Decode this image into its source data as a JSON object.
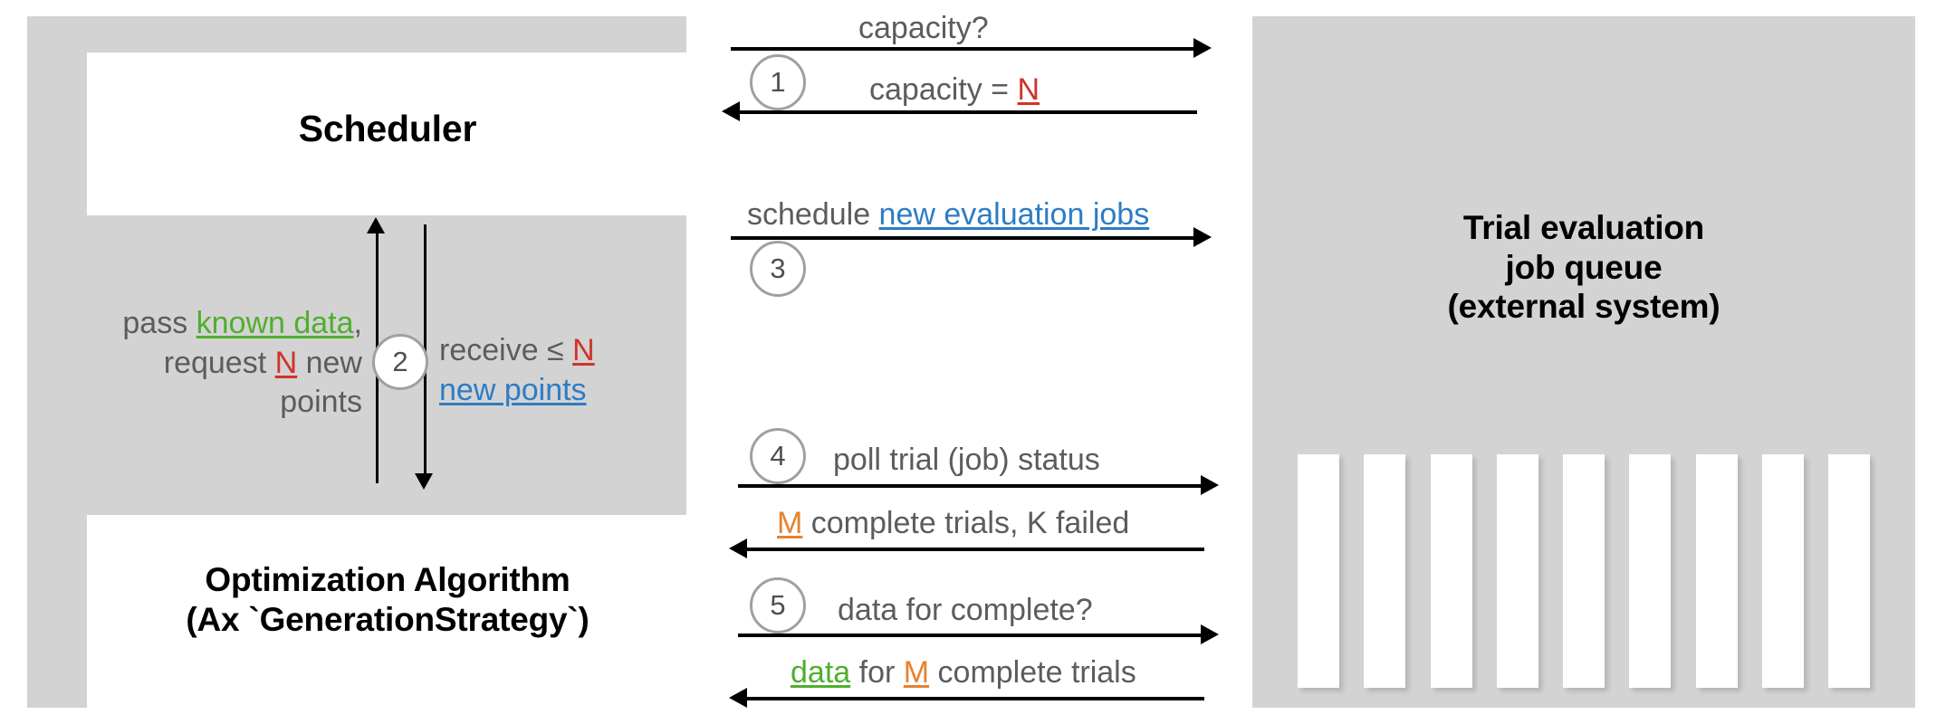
{
  "diagram": {
    "title": "Ax Scheduler sequence diagram",
    "colors": {
      "panel_bg": "#d3d3d3",
      "box_bg": "#ffffff",
      "text_gray": "#5c5c5c",
      "green": "#4faf2e",
      "red": "#d1332a",
      "orange": "#e5822f",
      "blue_link": "#2e7cc4",
      "badge_border": "#a0a0a0",
      "arrow": "#000000"
    }
  },
  "left_panel": {
    "scheduler_box": {
      "label": "Scheduler"
    },
    "optimizer_box": {
      "line1": "Optimization Algorithm",
      "line2": "(Ax `GenerationStrategy`)"
    },
    "badge": "2",
    "left_text": {
      "prefix": "pass ",
      "known_data": "known data",
      "middle": ", request ",
      "n": "N",
      "suffix": " new points"
    },
    "right_text": {
      "prefix": "receive ≤ ",
      "n": "N",
      "new_points": "new points"
    }
  },
  "sequence": {
    "steps": [
      {
        "badge": "1",
        "request": {
          "text": "capacity?",
          "direction": "right"
        },
        "response": {
          "prefix": "capacity = ",
          "symbol": "N",
          "symbol_color": "red",
          "direction": "left"
        }
      },
      {
        "badge": "3",
        "request": {
          "prefix": "schedule ",
          "link": "new evaluation jobs",
          "direction": "right"
        },
        "response": null
      },
      {
        "badge": "4",
        "request": {
          "text": "poll trial (job) status",
          "direction": "right"
        },
        "response": {
          "symbol": "M",
          "symbol_color": "orange",
          "suffix": " complete trials, K failed",
          "direction": "left"
        }
      },
      {
        "badge": "5",
        "request": {
          "text": "data for complete?",
          "direction": "right"
        },
        "response": {
          "data_word": "data",
          "mid": " for ",
          "symbol": "M",
          "symbol_color": "orange",
          "suffix": " complete trials",
          "direction": "left"
        }
      }
    ]
  },
  "right_panel": {
    "title_line1": "Trial evaluation",
    "title_line2": "job queue",
    "title_line3": "(external system)",
    "queue_slot_count": 9
  }
}
